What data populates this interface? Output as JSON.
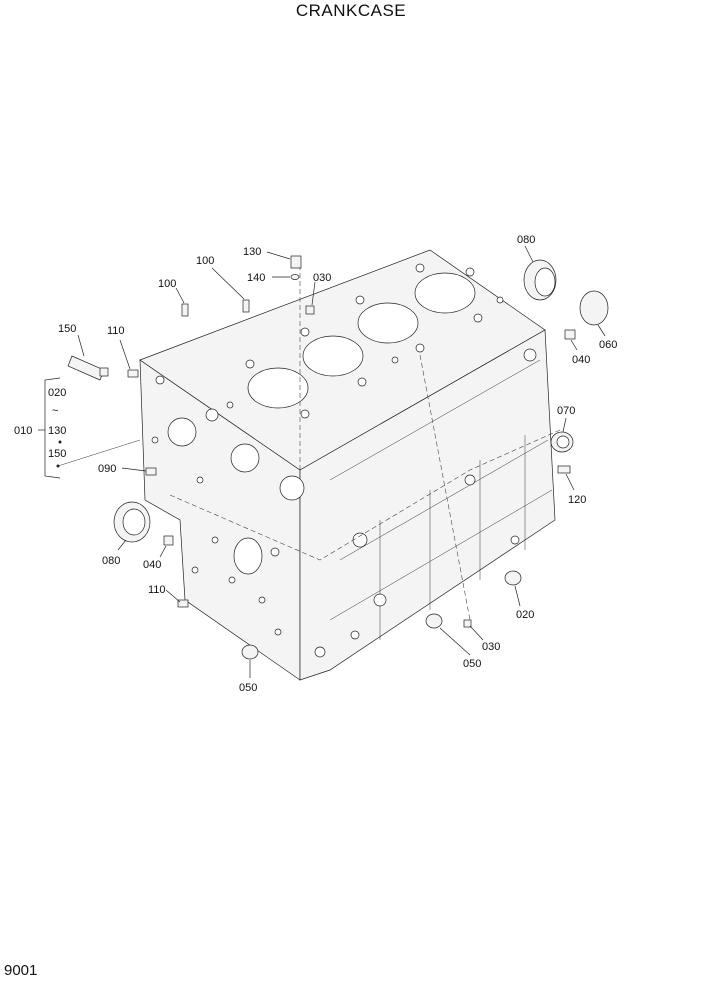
{
  "header": {
    "title": "CRANKCASE"
  },
  "footer": {
    "page_number": "9001"
  },
  "group": {
    "main_label": "010",
    "items": [
      "020",
      "130",
      "150"
    ],
    "range_symbol": "~"
  },
  "callouts": [
    "130",
    "140",
    "030",
    "100",
    "100",
    "150",
    "110",
    "080",
    "060",
    "040",
    "070",
    "120",
    "090",
    "080",
    "040",
    "110",
    "050",
    "020",
    "030",
    "050"
  ]
}
